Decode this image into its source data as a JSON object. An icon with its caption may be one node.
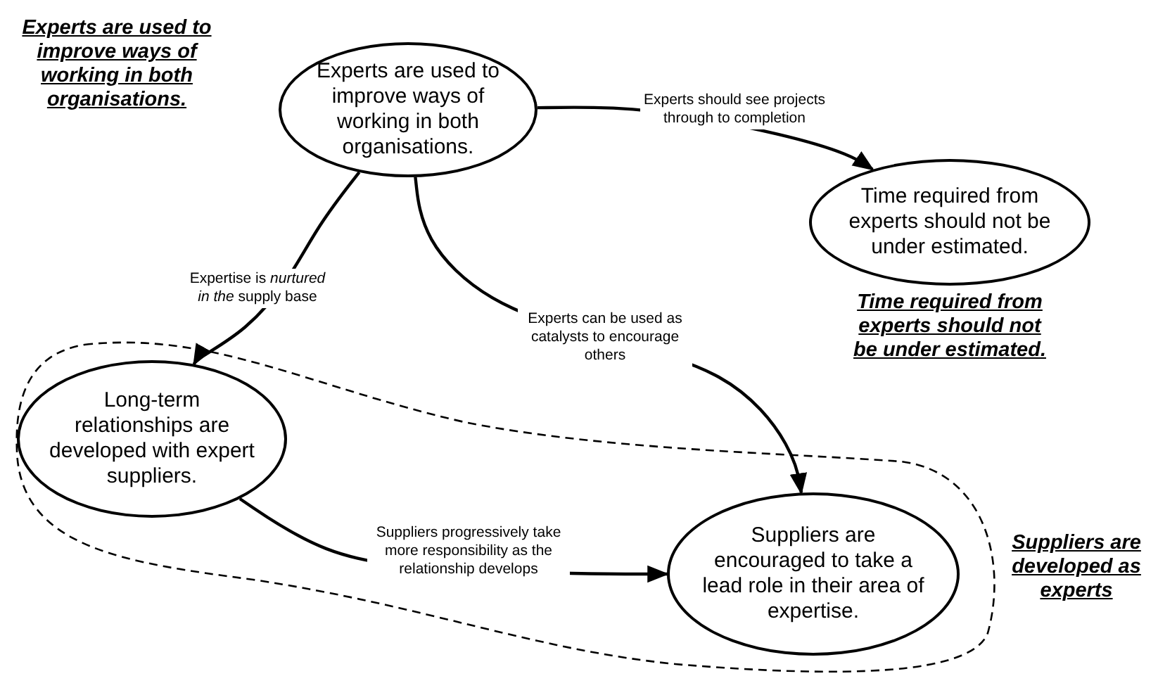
{
  "diagram": {
    "nodes": [
      {
        "text": [
          "Experts are used to improve ways of working in both organisations."
        ],
        "beside": [
          "Experts are used to improve ways of working in both organisations."
        ]
      },
      {
        "text": [
          "Time required from experts should not be under estimated."
        ],
        "beside": [
          "Time required from experts should not be under estimated."
        ]
      },
      {
        "text": [],
        "shape": "blob",
        "beside": [
          "Suppliers are developed as experts"
        ]
      },
      {
        "text": [
          "Long-term relationships are developed with expert suppliers."
        ],
        "in": 2
      },
      {
        "text": [
          "Suppliers are encouraged to take a lead role in their area of expertise."
        ],
        "in": 2
      }
    ],
    "edges": [
      {
        "from": 0,
        "to": 1,
        "arrow": "to",
        "label": "Experts should see projects through to completion"
      },
      {
        "from": 0,
        "to": 3,
        "arrow": "to",
        "label": "Expertise is *nurtured in the* supply base"
      },
      {
        "from": 0,
        "to": 4,
        "arrow": "to",
        "label": "Experts can be used as catalysts to encourage others"
      },
      {
        "from": 3,
        "to": 4,
        "arrow": "to",
        "label": "Suppliers progressively take more responsibility as the relationship develops"
      }
    ]
  }
}
